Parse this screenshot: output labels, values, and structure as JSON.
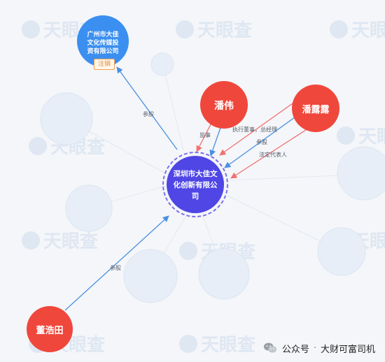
{
  "watermark": {
    "text": "天眼查"
  },
  "nodes": {
    "center": {
      "label_lines": [
        "深圳市大佳文",
        "化创新有限公",
        "司"
      ]
    },
    "guangzhou": {
      "label_lines": [
        "广州市大佳",
        "文化传媒投",
        "资有限公司"
      ],
      "status_badge": "注销"
    },
    "panwei": {
      "label": "潘伟"
    },
    "panlulu": {
      "label": "潘露露"
    },
    "donghaotian": {
      "label": "董浩田"
    }
  },
  "edge_labels": {
    "guangzhou_invest": "参股",
    "panwei_supervisor": "监事",
    "panlulu_exec": "执行董事，总经理",
    "panlulu_invest": "参股",
    "panlulu_legal": "法定代表人",
    "donghaotian_invest": "参股"
  },
  "footer": {
    "platform": "公众号",
    "separator": "·",
    "account": "大财可富司机"
  },
  "colors": {
    "center_fill": "#4f46e5",
    "center_ring": "#7c6ff0",
    "company_fill": "#3b8ff0",
    "person_fill": "#f0473c",
    "blue_edge": "#4a90e2",
    "red_edge": "#f07070",
    "ghost_fill": "#e7eef7"
  }
}
